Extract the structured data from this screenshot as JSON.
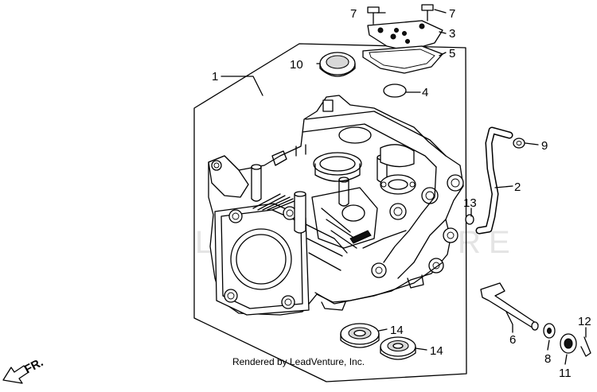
{
  "watermark": "LEADVENTURE",
  "credit": "Rendered by LeadVenture, Inc.",
  "direction_label": "FR.",
  "callouts": [
    {
      "id": "1",
      "label": "1"
    },
    {
      "id": "2",
      "label": "2"
    },
    {
      "id": "3",
      "label": "3"
    },
    {
      "id": "4",
      "label": "4"
    },
    {
      "id": "5",
      "label": "5"
    },
    {
      "id": "6",
      "label": "6"
    },
    {
      "id": "7a",
      "label": "7"
    },
    {
      "id": "7b",
      "label": "7"
    },
    {
      "id": "8",
      "label": "8"
    },
    {
      "id": "9",
      "label": "9"
    },
    {
      "id": "10",
      "label": "10"
    },
    {
      "id": "11",
      "label": "11"
    },
    {
      "id": "12",
      "label": "12"
    },
    {
      "id": "13",
      "label": "13"
    },
    {
      "id": "14a",
      "label": "14"
    },
    {
      "id": "14b",
      "label": "14"
    }
  ]
}
